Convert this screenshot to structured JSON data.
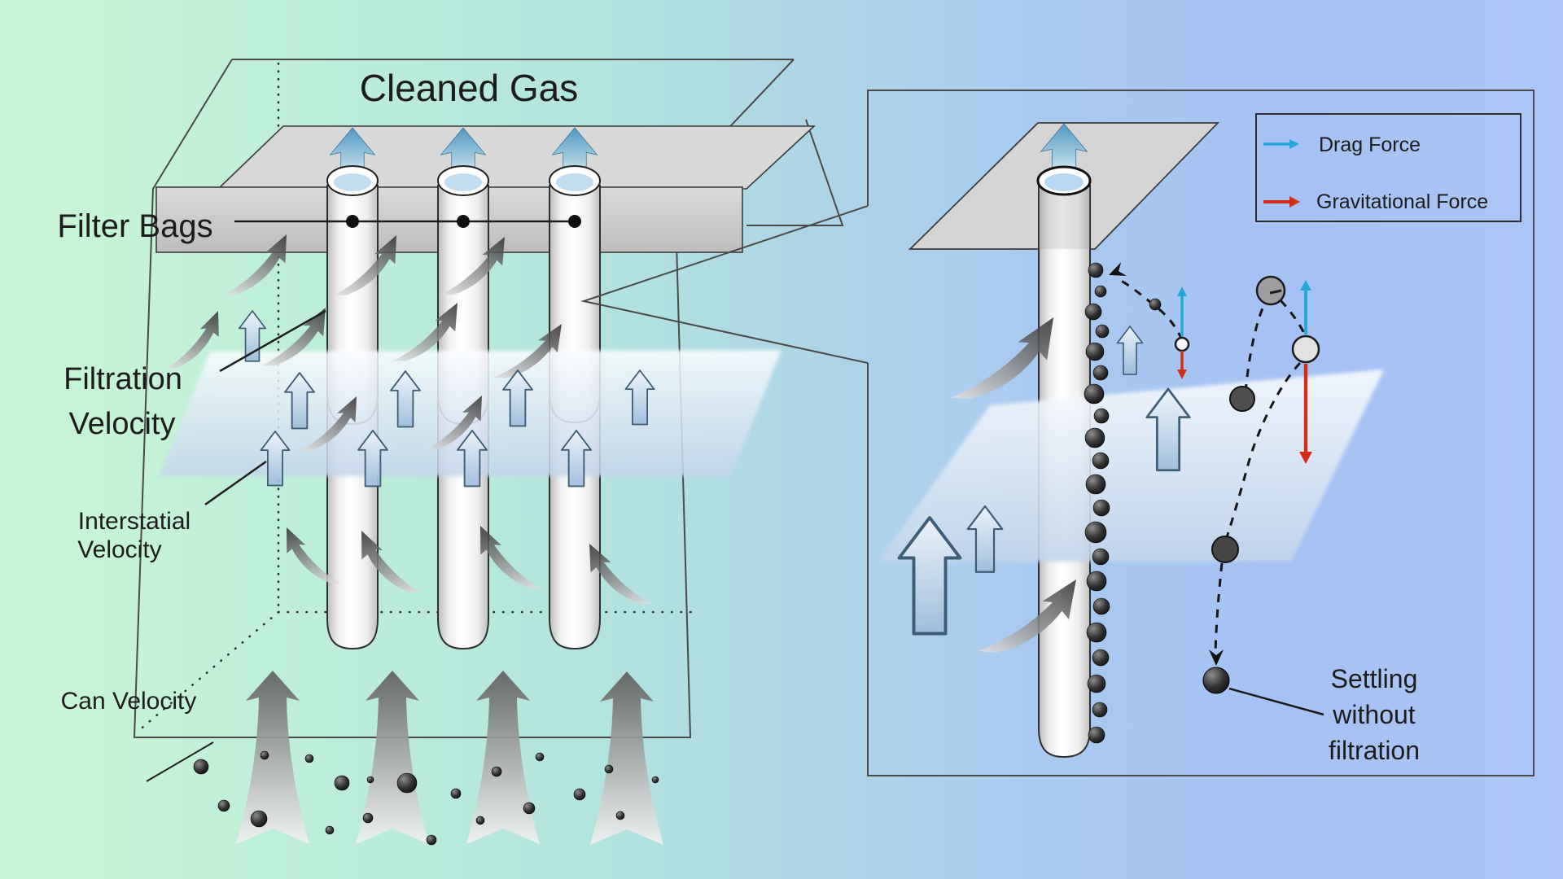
{
  "figure": {
    "type": "technical-diagram",
    "subject": "Baghouse fabric-filter velocities and particle capture vs settling",
    "left_panel": {
      "cleaned_gas_label": "Cleaned Gas",
      "filter_bags_label": "Filter Bags",
      "filtration_velocity_label_line1": "Filtration",
      "filtration_velocity_label_line2": "Velocity",
      "interstitial_velocity_label_line1": "Interstatial",
      "interstitial_velocity_label_line2": "Velocity",
      "can_velocity_label": "Can Velocity"
    },
    "right_panel": {
      "legend": {
        "drag_force": {
          "label": "Drag Force",
          "color": "#23a7d7"
        },
        "gravitational_force": {
          "label": "Gravitational Force",
          "color": "#d32d18"
        }
      },
      "settling_label_line1": "Settling",
      "settling_label_line2": "without",
      "settling_label_line3": "filtration"
    },
    "colors": {
      "background_left": "#c9f6d4",
      "background_right": "#a8c4f5",
      "tube_sheet": "#cfcfcf",
      "filter_bag": "#f5f5f5",
      "dust_particle": "#1f1f1f",
      "clean_gas_arrow": "#5aa3cc",
      "gas_flow_arrow": "#b6cde4"
    }
  }
}
